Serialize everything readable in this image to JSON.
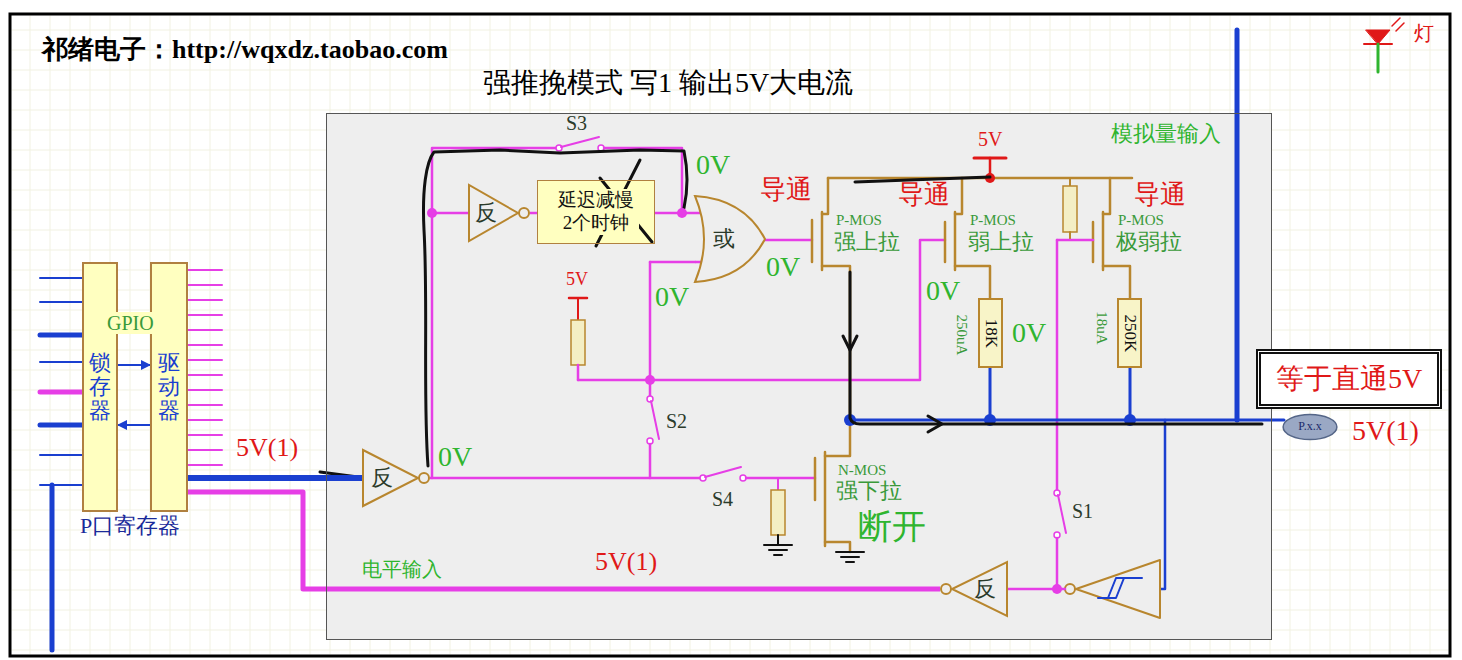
{
  "diagram": {
    "title": "强推挽模式 写1 输出5V大电流",
    "nodes": [
      {
        "text": [
          "锁存器"
        ]
      },
      {
        "text": [
          "驱动器"
        ]
      },
      {
        "text": [
          "模拟量输入"
        ]
      },
      {
        "text": [
          "反"
        ],
        "in": 2
      },
      {
        "text": [
          "延迟减慢 2个时钟"
        ],
        "in": 2
      },
      {
        "text": [
          "或"
        ],
        "in": 2
      },
      {
        "text": [
          "18K"
        ],
        "in": 2
      },
      {
        "text": [
          "250K"
        ],
        "in": 2
      },
      {
        "text": [
          "反"
        ],
        "in": 2
      },
      {
        "text": [
          "反"
        ],
        "in": 2
      },
      {
        "text": [
          "等于直通5V"
        ]
      },
      {
        "text": [
          "P.x.x"
        ]
      }
    ],
    "edges": [
      {
        "from": 0,
        "to": 1,
        "arrow": "to"
      },
      {
        "from": 1,
        "to": 0,
        "arrow": "to"
      },
      {
        "from": 1,
        "to": 8,
        "arrow": "none"
      },
      {
        "from": 9,
        "to": 1,
        "arrow": "none",
        "label": "电平输入"
      },
      {
        "from": 8,
        "to": 3,
        "arrow": "none"
      },
      {
        "from": 3,
        "to": 4,
        "arrow": "none"
      },
      {
        "from": 4,
        "to": 5,
        "arrow": "none"
      }
    ],
    "labels": [
      "祁绪电子：http://wqxdz.taobao.com",
      "灯",
      "S3",
      "0V",
      "导通",
      "P-MOS",
      "强上拉",
      "5V",
      "导通",
      "P-MOS",
      "弱上拉",
      "导通",
      "P-MOS",
      "极弱拉",
      "0V",
      "0V",
      "5V",
      "0V",
      "0V",
      "250uA",
      "18uA",
      "S2",
      "5V(1)",
      "5V(1)",
      "0V",
      "S4",
      "N-MOS",
      "强下拉",
      "断开",
      "S1",
      "5V(1)",
      "GPIO",
      "P口寄存器"
    ]
  }
}
